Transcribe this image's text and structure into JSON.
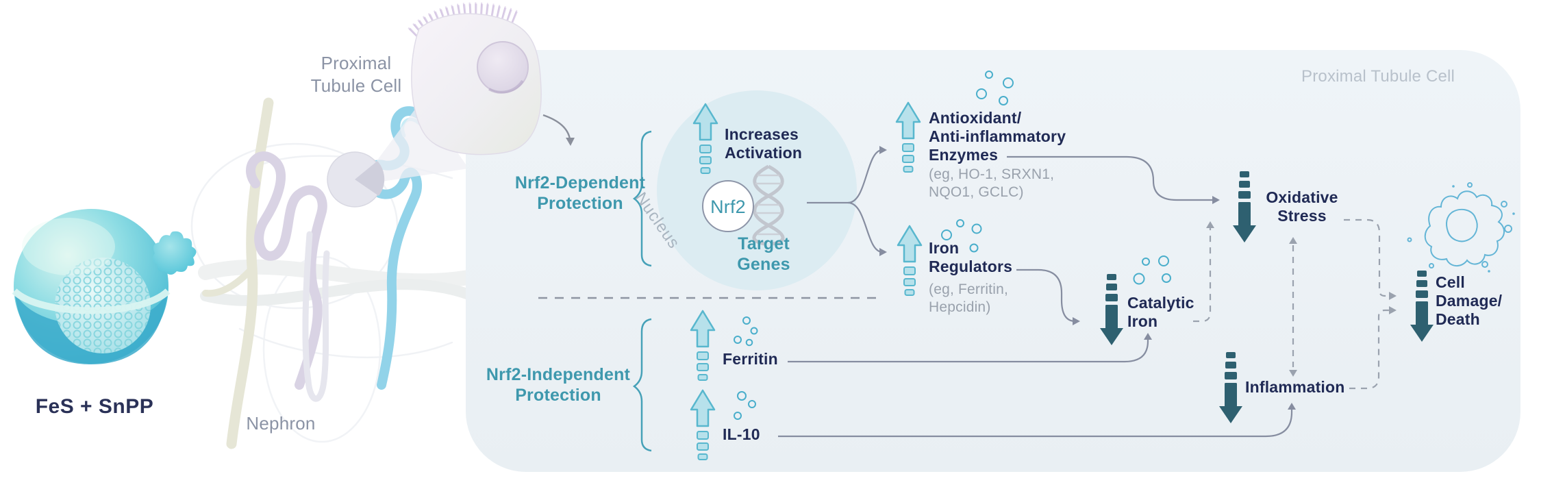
{
  "left": {
    "fes_label": "FeS + SnPP",
    "nephron_label": "Nephron",
    "proximal_cell_callout": "Proximal\nTubule Cell"
  },
  "panel": {
    "title": "Proximal Tubule Cell",
    "nrf2_dependent": {
      "label": "Nrf2-Dependent\nProtection"
    },
    "nrf2_independent": {
      "label": "Nrf2-Independent\nProtection"
    },
    "nucleus": {
      "label": "Nucleus",
      "activation": "Increases\nActivation",
      "nrf2": "Nrf2",
      "target_genes": "Target\nGenes"
    },
    "nodes": {
      "antioxidant": {
        "title": "Antioxidant/\nAnti-inflammatory\nEnzymes",
        "examples": "(eg, HO-1, SRXN1,\nNQO1, GCLC)",
        "direction": "increase"
      },
      "iron_regulators": {
        "title": "Iron\nRegulators",
        "examples": "(eg, Ferritin,\nHepcidin)",
        "direction": "increase"
      },
      "ferritin": {
        "title": "Ferritin",
        "direction": "increase"
      },
      "il10": {
        "title": "IL-10",
        "direction": "increase"
      },
      "catalytic_iron": {
        "title": "Catalytic\nIron",
        "direction": "decrease"
      },
      "oxidative_stress": {
        "title": "Oxidative\nStress",
        "direction": "decrease"
      },
      "inflammation": {
        "title": "Inflammation",
        "direction": "decrease"
      },
      "cell_damage": {
        "title": "Cell\nDamage/\nDeath",
        "direction": "decrease"
      }
    }
  },
  "colors": {
    "teal_heading": "#3e98ad",
    "navy_text": "#202a55",
    "gray_text": "#99a1ac",
    "muted_label": "#8b93a5",
    "panel_bg": "#edf2f6",
    "arrow_up_fill": "#b7e1eb",
    "arrow_up_stroke": "#58b7ce",
    "arrow_down_fill": "#2e6070",
    "bubble_stroke": "#49aecb",
    "connector": "#868da0",
    "dashed_connector": "#9aa2ae"
  }
}
